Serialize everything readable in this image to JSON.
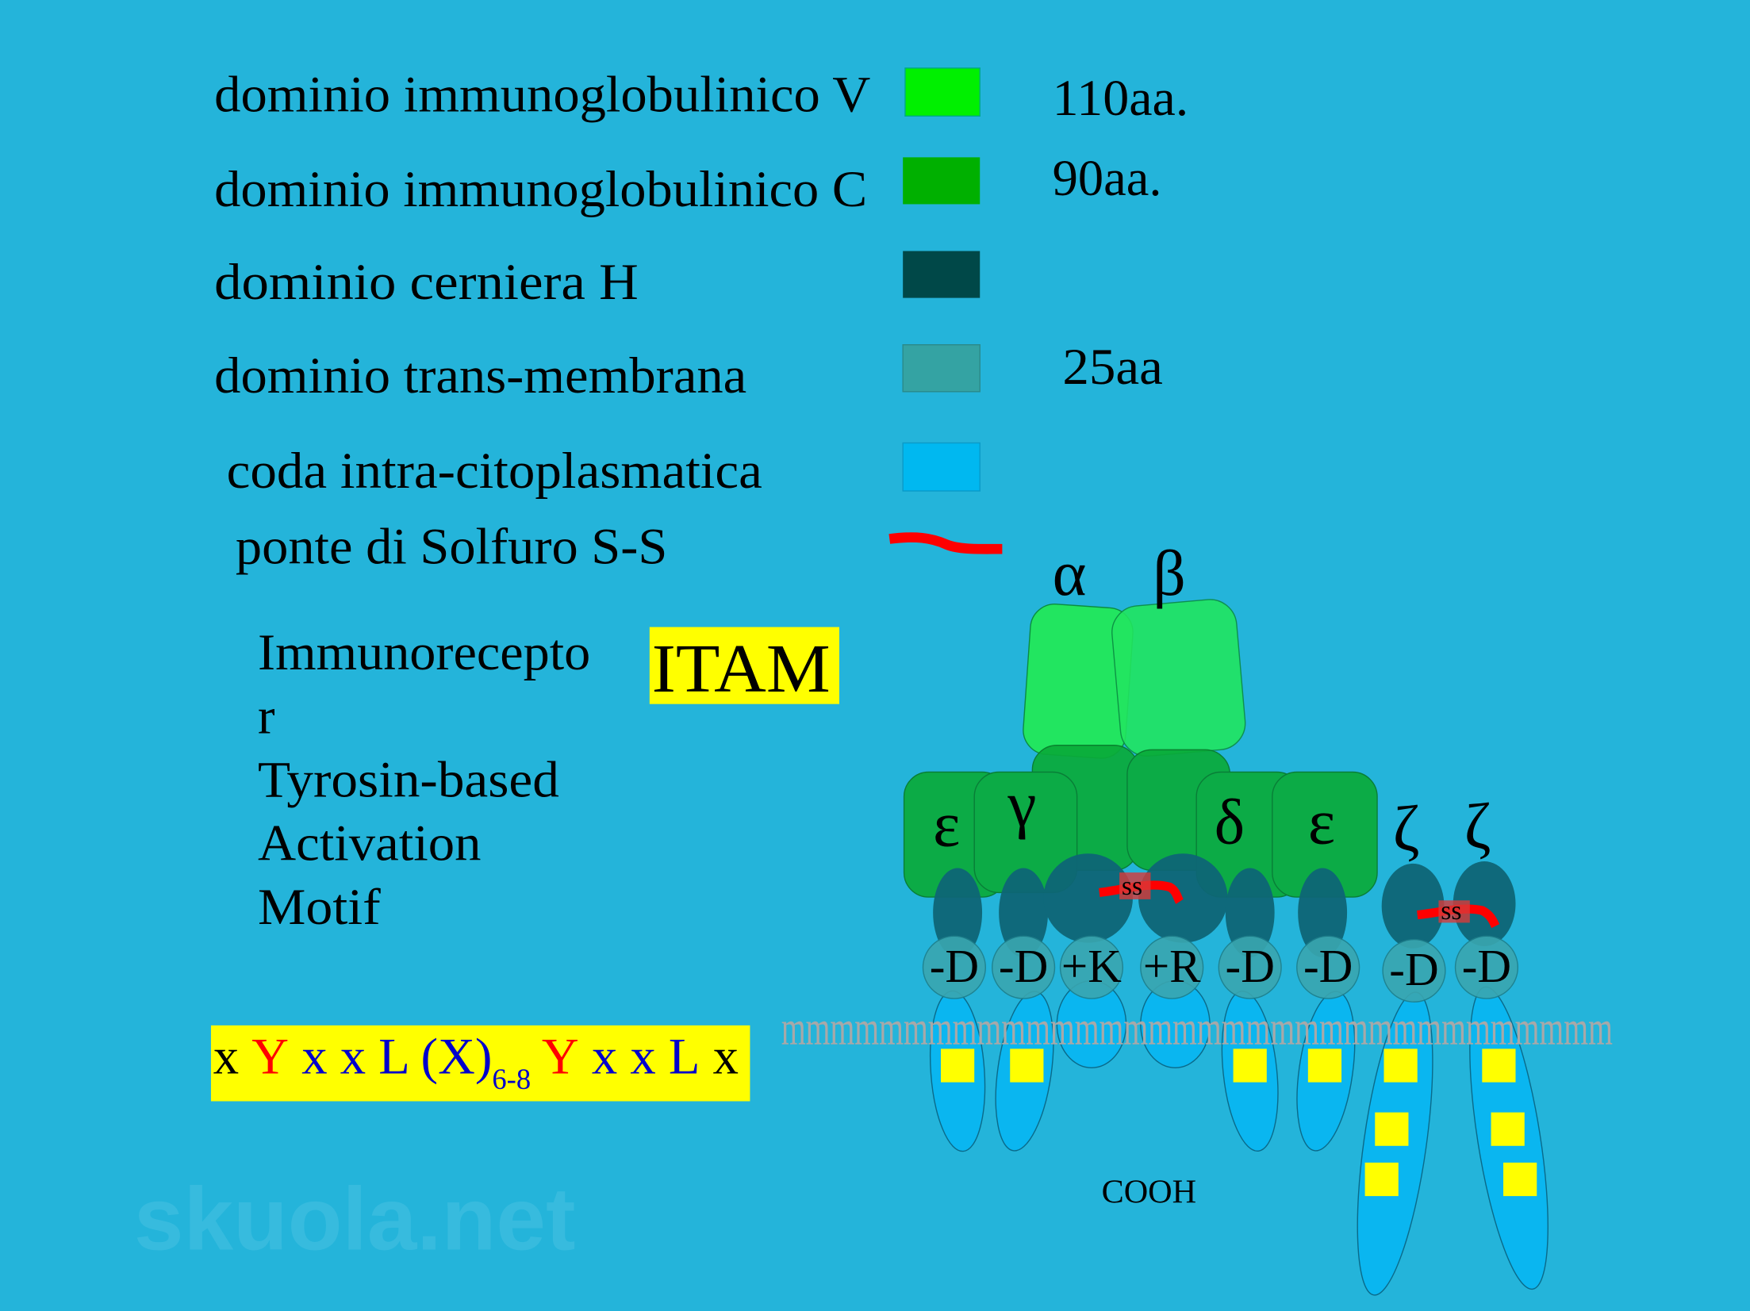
{
  "legend": [
    {
      "label": "dominio immunoglobulinico V",
      "size": "110aa.",
      "color": "#00f000"
    },
    {
      "label": "dominio immunoglobulinico C",
      "size": "90aa.",
      "color": "#00b000"
    },
    {
      "label": "dominio cerniera  H",
      "size": "",
      "color": "#004848"
    },
    {
      "label": "dominio trans-membrana",
      "size": "25aa",
      "color": "#34a3a3"
    },
    {
      "label": "coda intra-citoplasmatica",
      "size": "",
      "color": "#00b8f0"
    },
    {
      "label": "ponte di Solfuro S-S",
      "size": "",
      "color": "#ff0000"
    }
  ],
  "itam": {
    "badge": "ITAM",
    "lines": [
      "Immunorecepto",
      "r",
      "Tyrosin-based",
      "Activation",
      "Motif"
    ]
  },
  "sequence": {
    "p1": "x ",
    "y1": "Y",
    "p2": " x x L (X)",
    "sub": "6-8",
    "y2": " Y",
    "p3": " x x L",
    "p4": " x"
  },
  "chains": {
    "alpha": "α",
    "beta": "β",
    "epsilon1": "ε",
    "gamma": "γ",
    "delta": "δ",
    "epsilon2": "ε",
    "zeta1": "ζ",
    "zeta2": "ζ"
  },
  "tm_residues": [
    "-D",
    "-D",
    "+K",
    "+R",
    "-D",
    "-D",
    "-D",
    "-D"
  ],
  "ss_label": "ss",
  "membrane": "mmmmmmmmmmmmmmmmmmmmmmmmmmmmmmmmmm",
  "cooh": "COOH",
  "watermark": "skuola.net"
}
